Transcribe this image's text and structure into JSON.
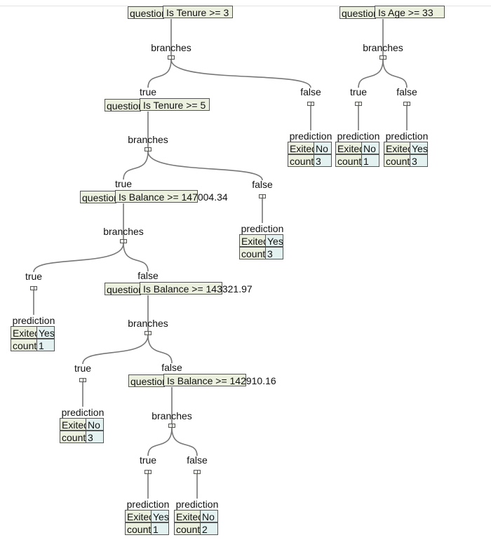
{
  "tree": {
    "title": "",
    "labels": {
      "question_key": "question",
      "branches": "branches",
      "true": "true",
      "false": "false",
      "prediction": "prediction",
      "exited_key": "Exited",
      "count_key": "count"
    },
    "roots": [
      {
        "question": "Is Tenure >= 3",
        "true": {
          "question": "Is Tenure >= 5",
          "true": {
            "question": "Is Balance >= 147004.34",
            "true": {
              "prediction": {
                "Exited": "Yes",
                "count": "1"
              }
            },
            "false": {
              "question": "Is Balance >= 143321.97",
              "true": {
                "prediction": {
                  "Exited": "No",
                  "count": "3"
                }
              },
              "false": {
                "question": "Is Balance >= 142910.16",
                "true": {
                  "prediction": {
                    "Exited": "Yes",
                    "count": "1"
                  }
                },
                "false": {
                  "prediction": {
                    "Exited": "No",
                    "count": "2"
                  }
                }
              }
            }
          },
          "false": {
            "prediction": {
              "Exited": "Yes",
              "count": "3"
            }
          }
        },
        "false": {
          "prediction": {
            "Exited": "No",
            "count": "3"
          }
        }
      },
      {
        "question": "Is Age >= 33",
        "true": {
          "prediction": {
            "Exited": "No",
            "count": "1"
          }
        },
        "false": {
          "prediction": {
            "Exited": "Yes",
            "count": "3"
          }
        }
      }
    ]
  }
}
